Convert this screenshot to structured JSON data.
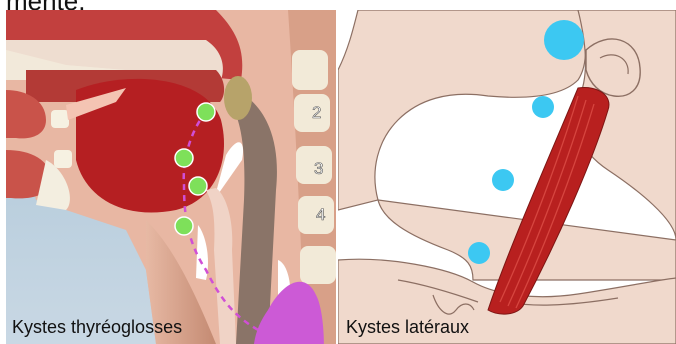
{
  "top_caption": "mente.",
  "left_panel": {
    "label": "Kystes thyréoglosses",
    "vertebra_numbers": [
      "2",
      "3",
      "4"
    ],
    "cyst_color": "#7ee05a",
    "thyroid_color": "#cc5ad6"
  },
  "right_panel": {
    "label": "Kystes latéraux",
    "cyst_color": "#3cc8f2",
    "muscle_color": "#b8201f"
  }
}
